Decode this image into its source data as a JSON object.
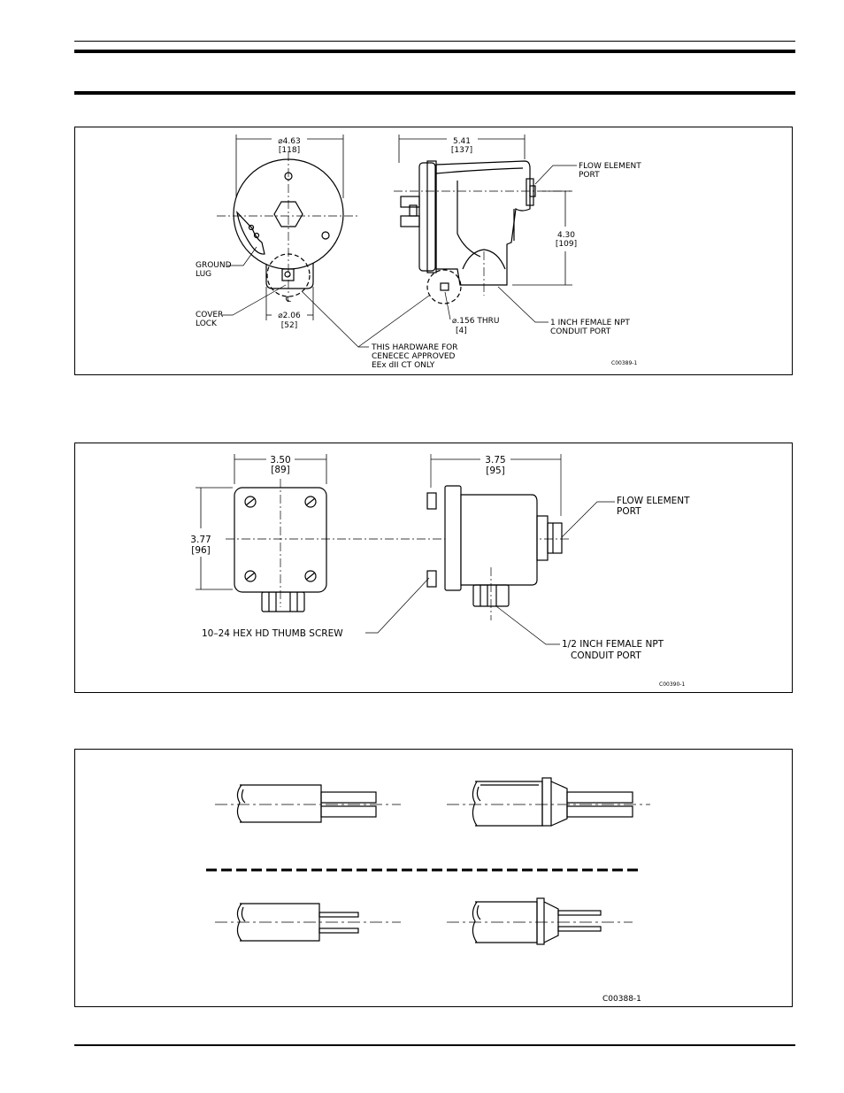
{
  "figure1": {
    "front_view": {
      "width_dim": "⌀4.63",
      "width_dim_metric": "[118]",
      "ground_lug": [
        "GROUND",
        "LUG"
      ],
      "cover_lock": [
        "COVER",
        "LOCK"
      ],
      "base_dim": "⌀2.06",
      "base_dim_metric": "[52]",
      "centerline_symbol": "℄"
    },
    "side_view": {
      "length_dim": "5.41",
      "length_dim_metric": "[137]",
      "flow_element_port": [
        "FLOW ELEMENT",
        "PORT"
      ],
      "height_dim": "4.30",
      "height_dim_metric": "[109]",
      "hole_dim": "⌀.156 THRU",
      "hole_dim_metric": "[4]",
      "conduit_port": [
        "1 INCH FEMALE NPT",
        "CONDUIT PORT"
      ]
    },
    "hardware_note": [
      "THIS HARDWARE FOR",
      "CENECEC APPROVED",
      "EEx dII CT ONLY"
    ],
    "figure_id": "C00389-1"
  },
  "figure2": {
    "front_view": {
      "width_dim": "3.50",
      "width_dim_metric": "[89]",
      "height_dim": "3.77",
      "height_dim_metric": "[96]"
    },
    "side_view": {
      "length_dim": "3.75",
      "length_dim_metric": "[95]",
      "flow_element_port": [
        "FLOW ELEMENT",
        "PORT"
      ],
      "conduit_port": [
        "1/2 INCH FEMALE NPT",
        "CONDUIT PORT"
      ]
    },
    "thumb_screw": "10–24 HEX HD THUMB SCREW",
    "figure_id": "C00390-1"
  },
  "figure3": {
    "figure_id": "C00388-1"
  }
}
